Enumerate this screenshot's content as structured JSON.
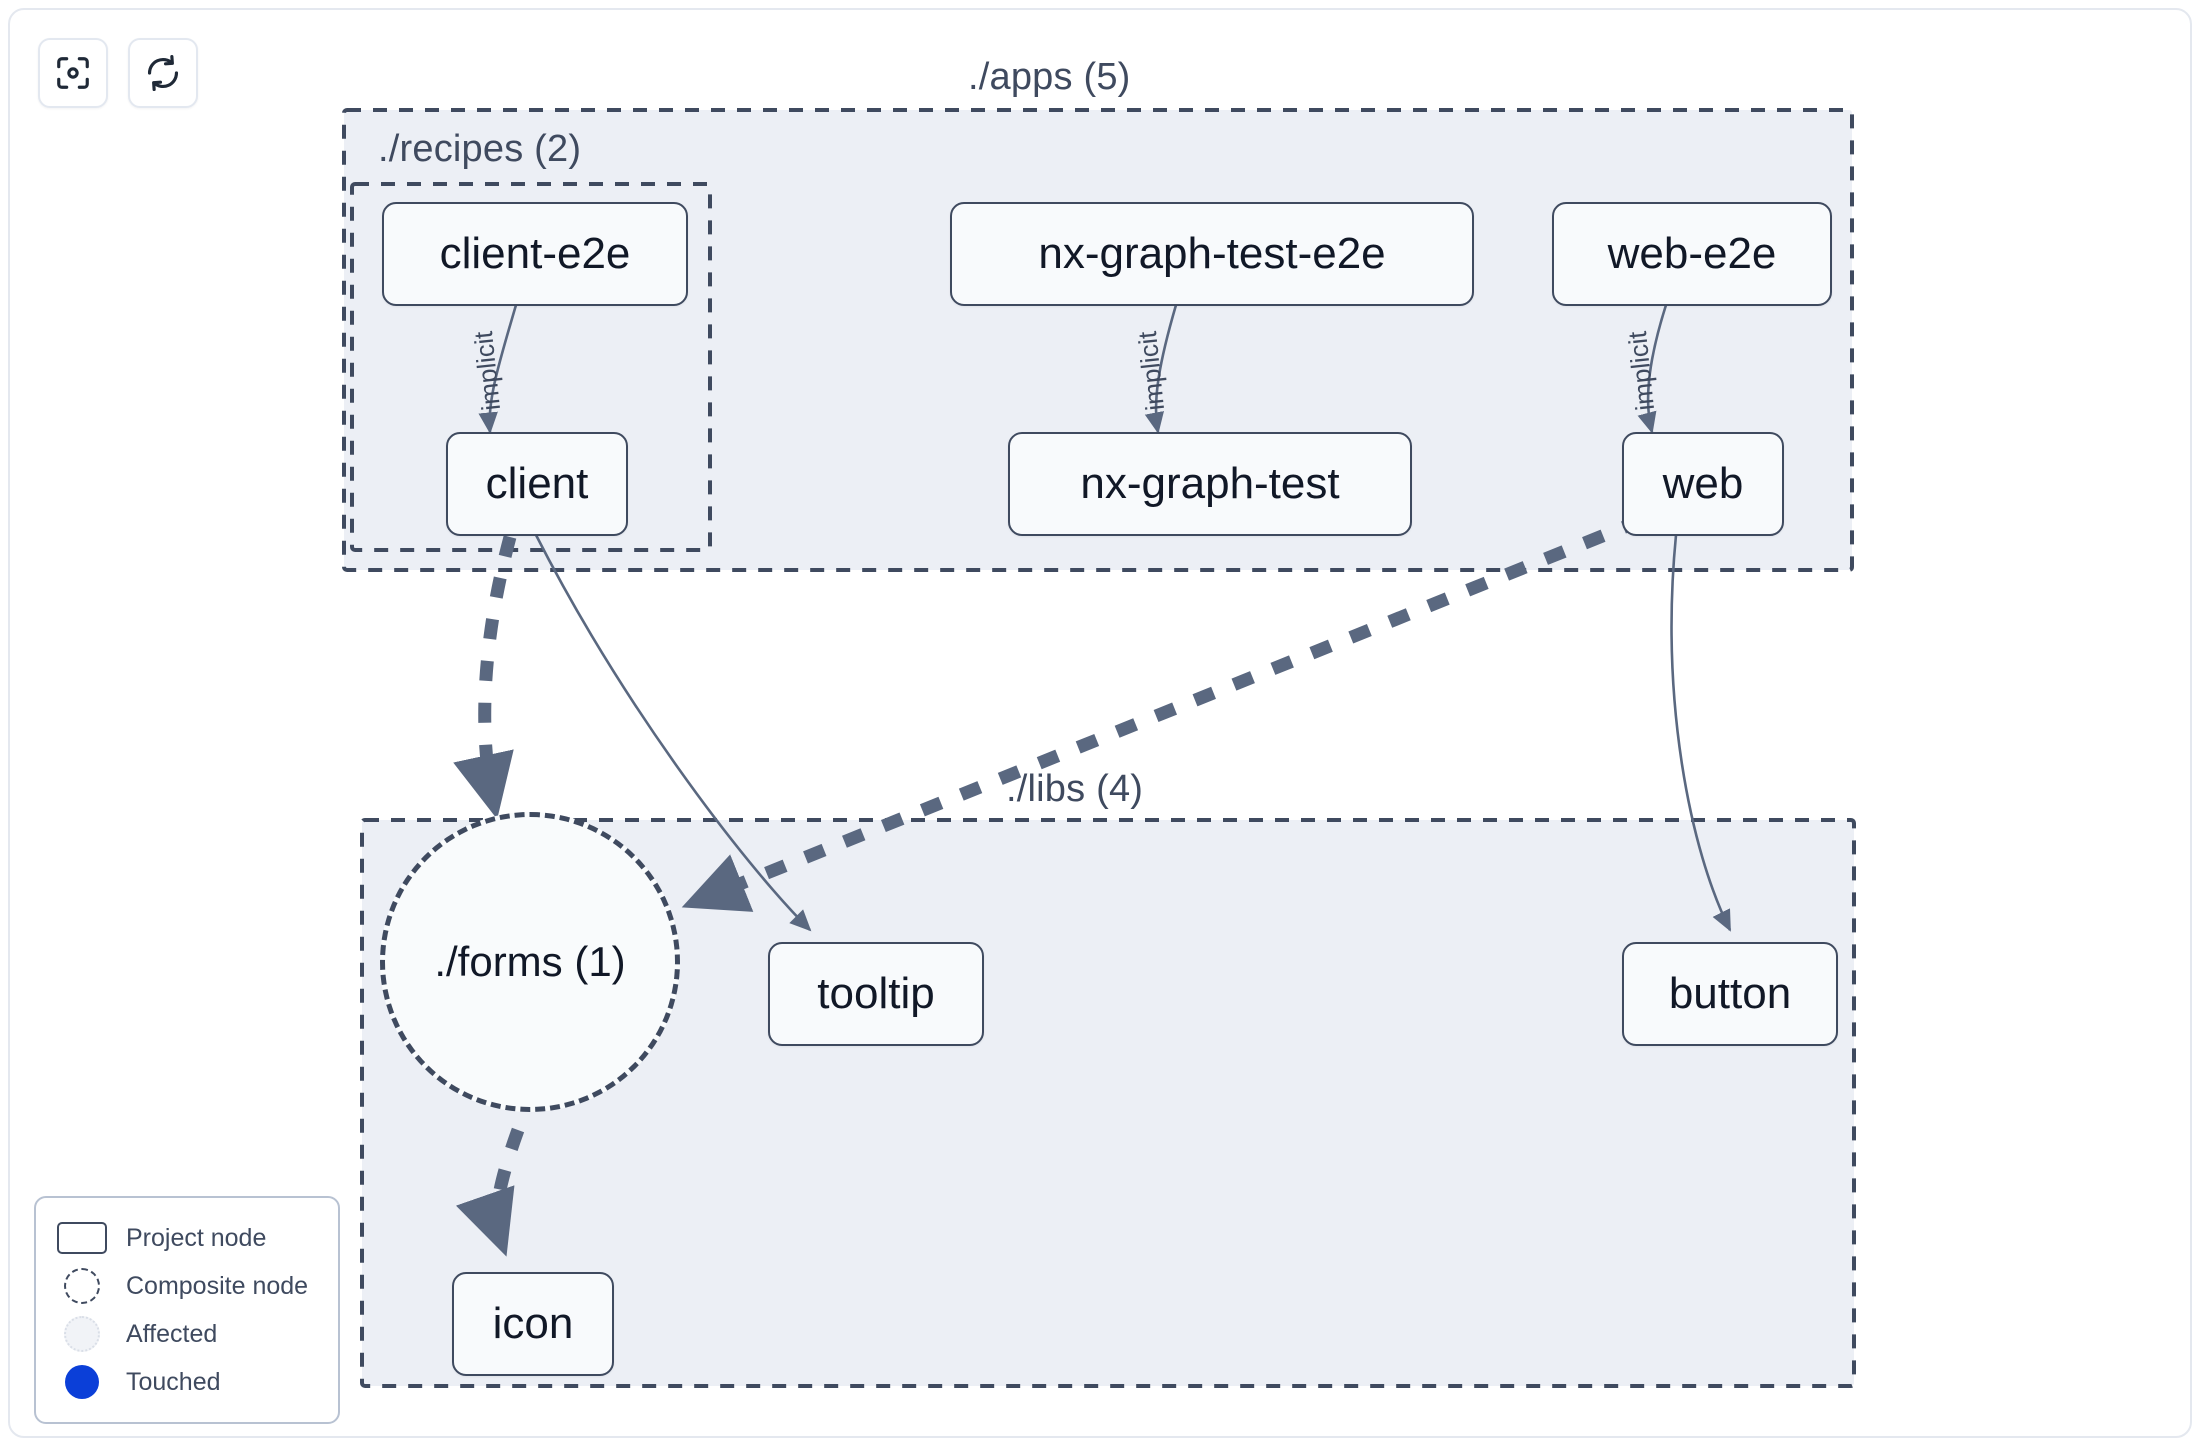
{
  "toolbar": {
    "buttons": [
      {
        "name": "focus-graph-button",
        "icon": "focus-target-icon",
        "title": "Focus graph"
      },
      {
        "name": "refresh-graph-button",
        "icon": "refresh-icon",
        "title": "Refresh graph"
      }
    ]
  },
  "groups": [
    {
      "id": "apps",
      "label": "./apps (5)"
    },
    {
      "id": "recipes",
      "label": "./recipes (2)"
    },
    {
      "id": "libs",
      "label": "./libs (4)"
    }
  ],
  "nodes": [
    {
      "id": "client-e2e",
      "label": "client-e2e",
      "type": "project"
    },
    {
      "id": "nx-graph-test-e2e",
      "label": "nx-graph-test-e2e",
      "type": "project"
    },
    {
      "id": "web-e2e",
      "label": "web-e2e",
      "type": "project"
    },
    {
      "id": "client",
      "label": "client",
      "type": "project"
    },
    {
      "id": "nx-graph-test",
      "label": "nx-graph-test",
      "type": "project"
    },
    {
      "id": "web",
      "label": "web",
      "type": "project"
    },
    {
      "id": "forms",
      "label": "./forms (1)",
      "type": "composite"
    },
    {
      "id": "tooltip",
      "label": "tooltip",
      "type": "project"
    },
    {
      "id": "button",
      "label": "button",
      "type": "project"
    },
    {
      "id": "icon",
      "label": "icon",
      "type": "project"
    }
  ],
  "edges": [
    {
      "from": "client-e2e",
      "to": "client",
      "label": "implicit",
      "style": "solid"
    },
    {
      "from": "nx-graph-test-e2e",
      "to": "nx-graph-test",
      "label": "implicit",
      "style": "solid"
    },
    {
      "from": "web-e2e",
      "to": "web",
      "label": "implicit",
      "style": "solid"
    },
    {
      "from": "client",
      "to": "forms",
      "label": "",
      "style": "dashed"
    },
    {
      "from": "client",
      "to": "tooltip",
      "label": "",
      "style": "solid"
    },
    {
      "from": "web",
      "to": "forms",
      "label": "",
      "style": "dashed"
    },
    {
      "from": "web",
      "to": "button",
      "label": "",
      "style": "solid"
    },
    {
      "from": "forms",
      "to": "icon",
      "label": "",
      "style": "dashed"
    }
  ],
  "legend": {
    "items": [
      {
        "swatch": "project-node-swatch",
        "label": "Project node"
      },
      {
        "swatch": "composite-node-swatch",
        "label": "Composite node"
      },
      {
        "swatch": "affected-swatch",
        "label": "Affected"
      },
      {
        "swatch": "touched-swatch",
        "label": "Touched"
      }
    ]
  },
  "colors": {
    "node_border": "#3f4a5f",
    "node_fill": "#f8fafc",
    "group_fill": "#eceff5",
    "group_border": "#3f4a5f",
    "edge": "#5a6880",
    "touched": "#0b3fd8",
    "panel_border": "#e4e8ef"
  }
}
